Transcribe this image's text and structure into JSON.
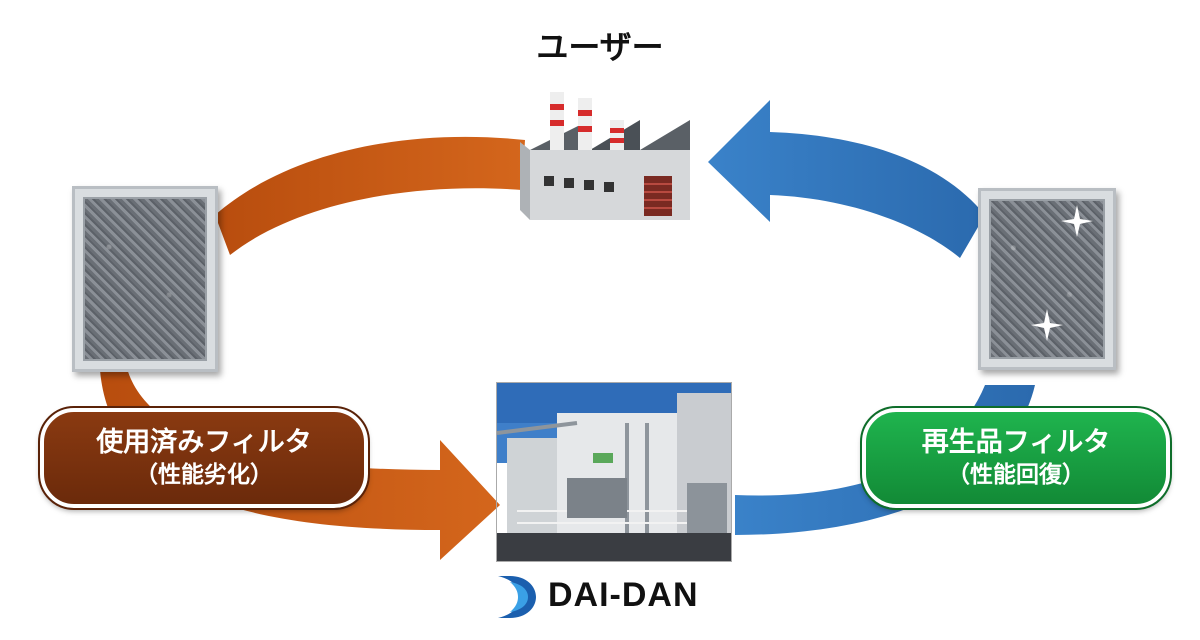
{
  "title": "ユーザー",
  "left_label": {
    "line1": "使用済みフィルタ",
    "line2": "（性能劣化）"
  },
  "right_label": {
    "line1": "再生品フィルタ",
    "line2": "（性能回復）"
  },
  "logo_text": "DAI-DAN",
  "colors": {
    "orange_arrow": "#c85a14",
    "blue_arrow": "#2e72b8",
    "left_pill": "#7a3210",
    "right_pill": "#1aa146",
    "logo_blue": "#1b5fae"
  }
}
